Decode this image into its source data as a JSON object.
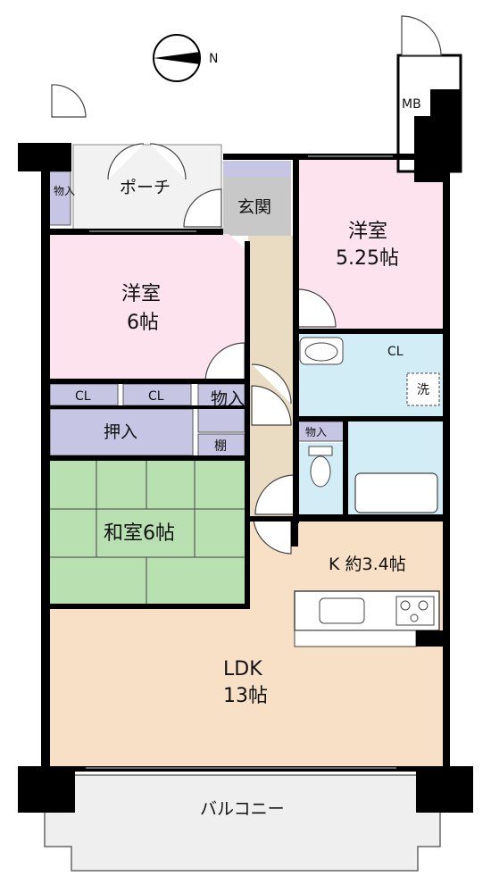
{
  "compass": {
    "label": "N"
  },
  "rooms": {
    "mb": "MB",
    "porch": "ポーチ",
    "entrance_storage": "物入",
    "genkan": "玄関",
    "western1_name": "洋室",
    "western1_size": "5.25帖",
    "western2_name": "洋室",
    "western2_size": "6帖",
    "cl1": "CL",
    "cl2": "CL",
    "cl3": "CL",
    "storage_hall": "物入",
    "shelf": "棚",
    "oshiire": "押入",
    "washer": "洗",
    "storage_toilet": "物入",
    "washitsu": "和室6帖",
    "kitchen": "K 約3.4帖",
    "ldk_name": "LDK",
    "ldk_size": "13帖",
    "balcony": "バルコニー"
  },
  "colors": {
    "western": "#fde3ee",
    "storage": "#c6c6e4",
    "entrance": "#c8c8c8",
    "hall": "#e9dcc2",
    "wet": "#d2edf5",
    "tatami": "#b9e0b0",
    "ldk": "#f8e0c6",
    "balcony": "#efefef"
  }
}
